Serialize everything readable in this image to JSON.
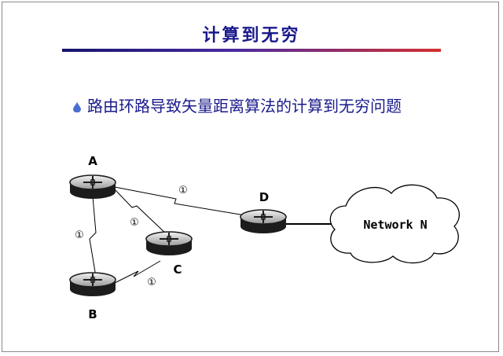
{
  "title": "计算到无穷",
  "bullet": {
    "text": "路由环路导致矢量距离算法的计算到无穷问题",
    "icon": "droplet-icon"
  },
  "colors": {
    "title": "#1a1a8c",
    "bullet_text": "#1a1a8c",
    "bullet_icon": "#4a6fd0",
    "rule_start": "#15156e",
    "rule_end": "#d43030",
    "router_body": "#1c1c1c"
  },
  "diagram": {
    "routers": [
      {
        "id": "A",
        "label": "A"
      },
      {
        "id": "B",
        "label": "B"
      },
      {
        "id": "C",
        "label": "C"
      },
      {
        "id": "D",
        "label": "D"
      }
    ],
    "links": [
      {
        "from": "A",
        "to": "B",
        "metric": "①",
        "kind": "serial"
      },
      {
        "from": "A",
        "to": "C",
        "metric": "①",
        "kind": "serial"
      },
      {
        "from": "B",
        "to": "C",
        "metric": "①",
        "kind": "serial"
      },
      {
        "from": "A",
        "to": "D",
        "metric": "①",
        "kind": "serial"
      },
      {
        "from": "D",
        "to": "Network N",
        "metric": "",
        "kind": "ethernet"
      }
    ],
    "network_label": "Network N"
  }
}
